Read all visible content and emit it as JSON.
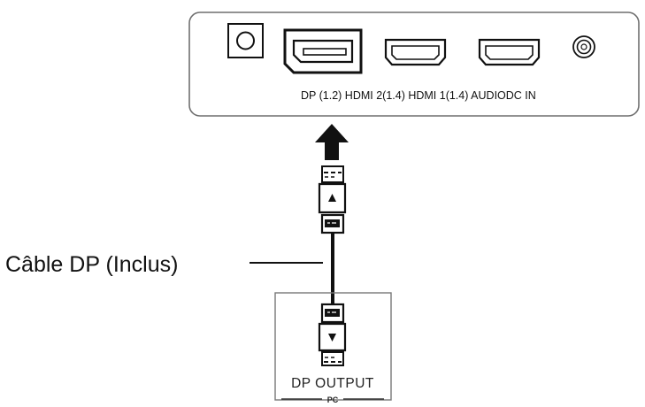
{
  "monitor": {
    "port_labels": "DP (1.2) HDMI 2(1.4) HDMI 1(1.4) AUDIODC IN"
  },
  "cable": {
    "label": "Câble DP (Inclus)"
  },
  "pc": {
    "port_label": "DP OUTPUT",
    "device_label": "PC"
  },
  "colors": {
    "line": "#111111",
    "panel_border": "#777777",
    "background": "#ffffff"
  }
}
